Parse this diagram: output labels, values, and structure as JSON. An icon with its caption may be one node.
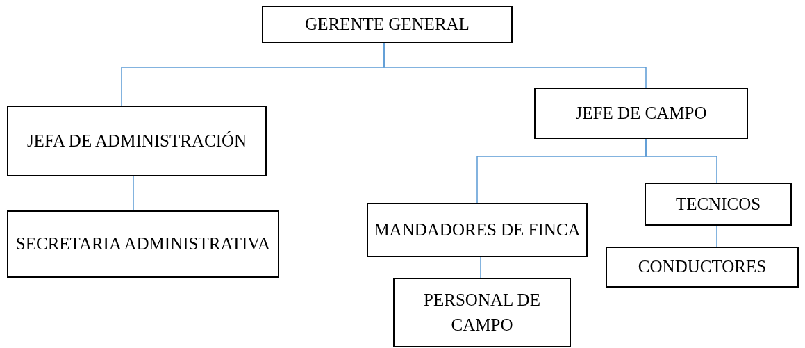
{
  "diagram": {
    "nodes": [
      {
        "text": [
          "GERENTE GENERAL"
        ]
      },
      {
        "text": [
          "JEFA DE ADMINISTRACIÓN"
        ]
      },
      {
        "text": [
          "JEFE DE CAMPO"
        ]
      },
      {
        "text": [
          "SECRETARIA ADMINISTRATIVA"
        ]
      },
      {
        "text": [
          "MANDADORES DE FINCA"
        ]
      },
      {
        "text": [
          "TECNICOS"
        ]
      },
      {
        "text": [
          "PERSONAL DE CAMPO"
        ]
      },
      {
        "text": [
          "CONDUCTORES"
        ]
      }
    ],
    "edges": [
      {
        "from": 0,
        "to": 1,
        "arrow": "none"
      },
      {
        "from": 0,
        "to": 2,
        "arrow": "none"
      },
      {
        "from": 1,
        "to": 3,
        "arrow": "none"
      },
      {
        "from": 2,
        "to": 4,
        "arrow": "none"
      },
      {
        "from": 2,
        "to": 5,
        "arrow": "none"
      },
      {
        "from": 4,
        "to": 6,
        "arrow": "none"
      },
      {
        "from": 5,
        "to": 7,
        "arrow": "none"
      }
    ]
  }
}
